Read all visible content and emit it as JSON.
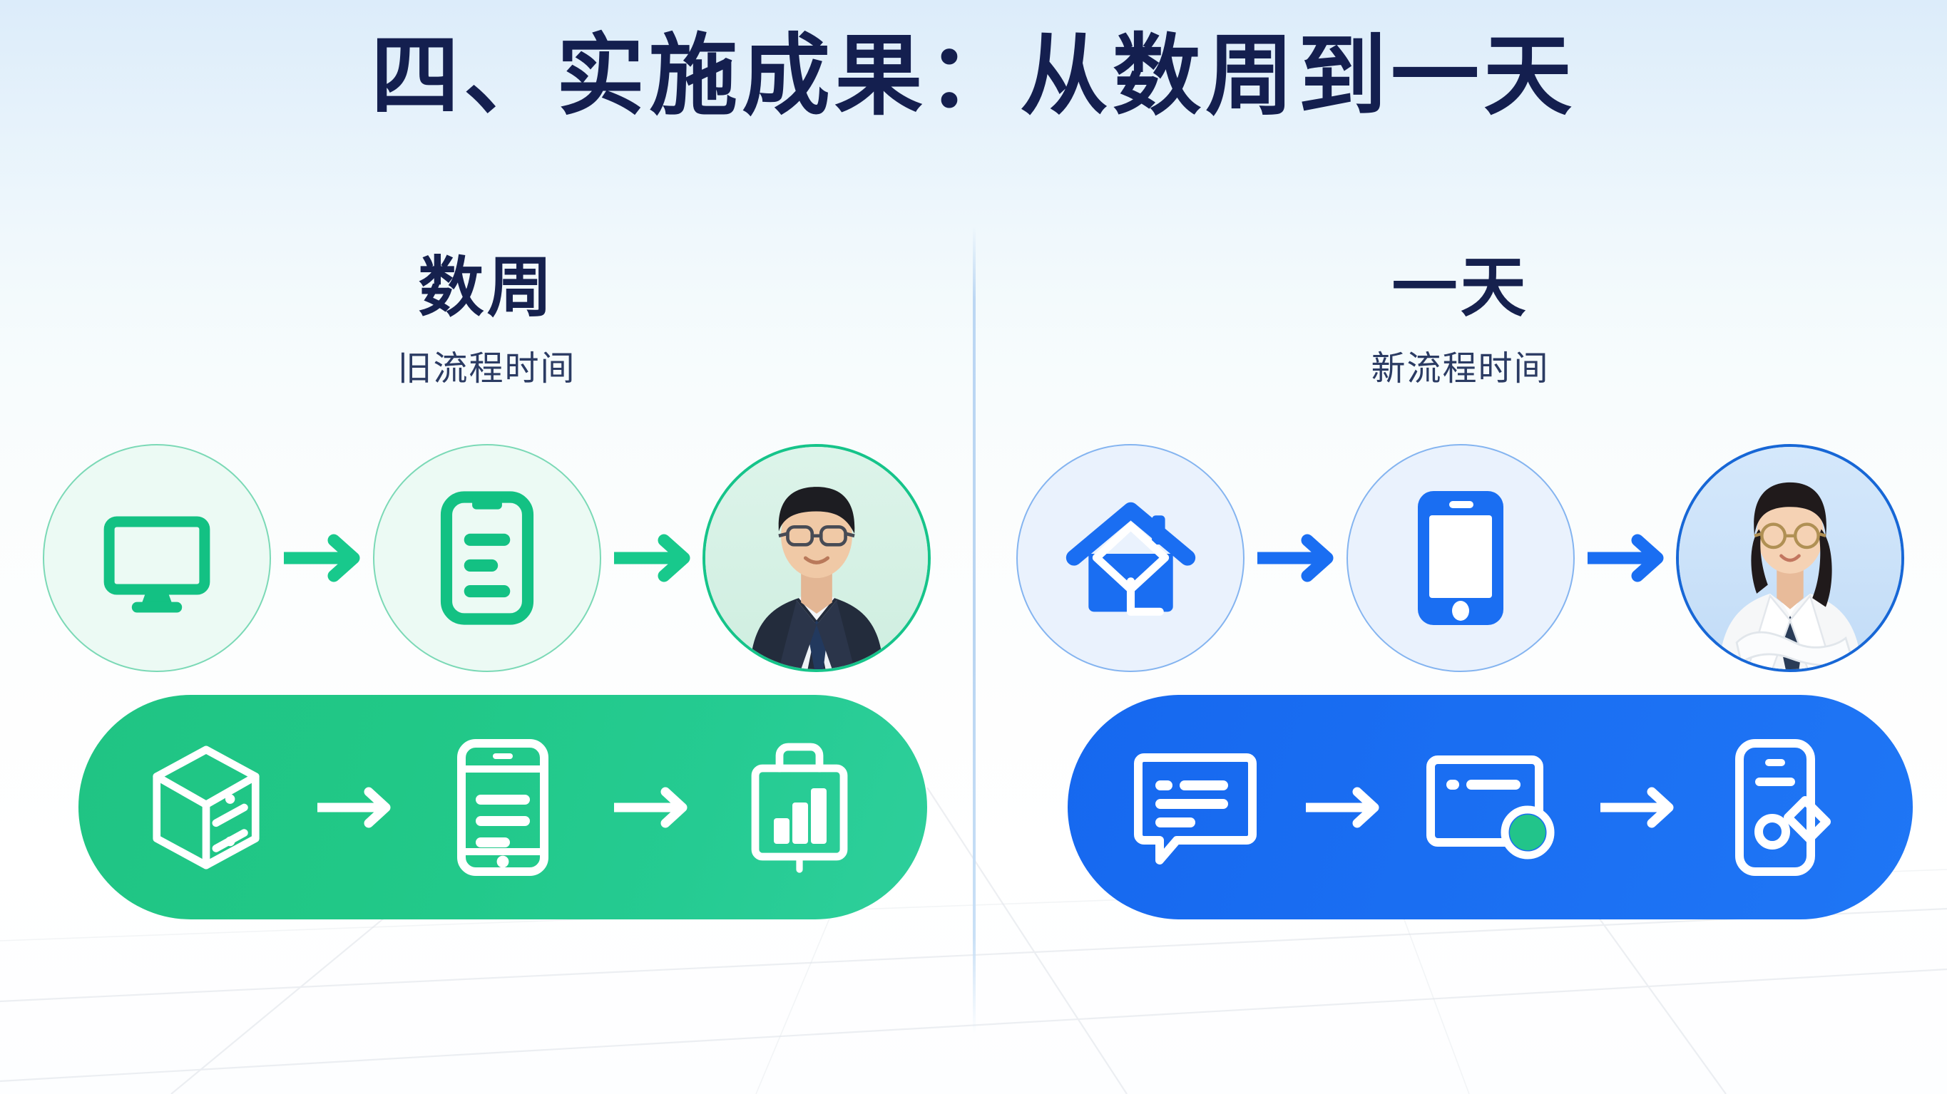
{
  "slide": {
    "title": "四、实施成果：从数周到一天",
    "title_color": "#141f4f",
    "background_top_color": "#dcecfa",
    "background_bottom_color": "#ffffff"
  },
  "divider": {
    "color": "#bcd7f3"
  },
  "columns": [
    {
      "side": "left",
      "accent_color": "#16c48a",
      "heading": "数周",
      "subheading": "旧流程时间",
      "circle_steps": [
        {
          "icon": "monitor-icon",
          "label": "desktop-monitor"
        },
        {
          "icon": "phone-document-icon",
          "label": "mobile-form"
        },
        {
          "icon": "portrait-male-icon",
          "label": "male-agent-photo"
        }
      ],
      "circle_arrow_color": "#18c98c",
      "pill": {
        "color_start": "#20c484",
        "color_end": "#2ecf9b",
        "steps": [
          {
            "icon": "server-box-icon",
            "label": "server-box"
          },
          {
            "icon": "smartphone-icon",
            "label": "smartphone-list"
          },
          {
            "icon": "chart-briefcase-icon",
            "label": "report-chart"
          }
        ],
        "arrow_color": "#ffffff"
      }
    },
    {
      "side": "right",
      "accent_color": "#1767d6",
      "heading": "一天",
      "subheading": "新流程时间",
      "circle_steps": [
        {
          "icon": "house-icon",
          "label": "home-property"
        },
        {
          "icon": "smartphone-solid-icon",
          "label": "mobile-device"
        },
        {
          "icon": "portrait-female-icon",
          "label": "female-agent-photo"
        }
      ],
      "circle_arrow_color": "#1a6ef2",
      "pill": {
        "color_start": "#1668ef",
        "color_end": "#1f76f5",
        "steps": [
          {
            "icon": "chat-bubble-icon",
            "label": "chat-message"
          },
          {
            "icon": "browser-window-icon",
            "label": "window-status",
            "badge_color": "#22c48a"
          },
          {
            "icon": "mobile-tag-icon",
            "label": "mobile-tag"
          }
        ],
        "arrow_color": "#ffffff"
      }
    }
  ]
}
